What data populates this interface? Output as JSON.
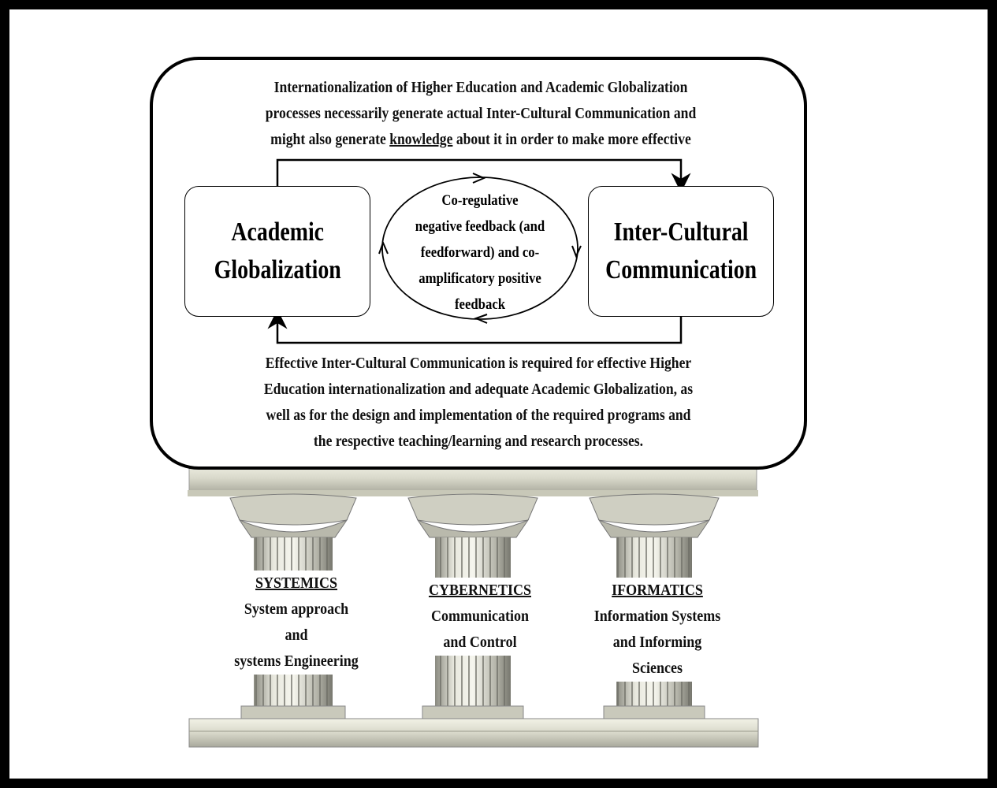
{
  "top_paragraph": {
    "line1": "Internationalization of Higher Education and Academic Globalization",
    "line2": "processes necessarily generate actual Inter-Cultural Communication and",
    "line3_pre": "might also generate ",
    "line3_u": "knowledge",
    "line3_post": " about it in order to make more effective"
  },
  "nodes": {
    "left_line1": "Academic",
    "left_line2": "Globalization",
    "right_line1": "Inter-Cultural",
    "right_line2": "Communication"
  },
  "feedback": {
    "line1": "Co-regulative",
    "line2": "negative feedback (and",
    "line3": "feedforward) and co-",
    "line4": "amplificatory positive",
    "line5": "feedback"
  },
  "bottom_paragraph": {
    "line1": "Effective Inter-Cultural Communication is required for effective Higher",
    "line2": "Education internationalization and  adequate Academic  Globalization, as",
    "line3": "well as for the design and implementation of the required programs and",
    "line4": "the respective teaching/learning and research processes."
  },
  "pillars": [
    {
      "title": "SYSTEMICS",
      "line1": "System approach",
      "line2": "and",
      "line3": "systems Engineering"
    },
    {
      "title": "CYBERNETICS",
      "line1": "Communication",
      "line2": "and Control"
    },
    {
      "title": "IFORMATICS",
      "line1": "Information Systems",
      "line2": "and Informing",
      "line3": "Sciences"
    }
  ]
}
